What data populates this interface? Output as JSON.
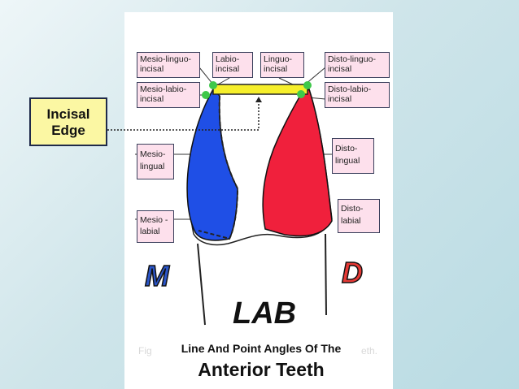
{
  "labels": {
    "mesio_linguo_incisal": "Mesio-linguo-\nincisal",
    "labio_incisal": "Labio-\nincisal",
    "linguo_incisal": "Linguo-\nincisal",
    "disto_linguo_incisal": "Disto-linguo-\nincisal",
    "mesio_labio_incisal": "Mesio-labio-\nincisal",
    "disto_labio_incisal": "Disto-labio-\nincisal",
    "mesio_lingual": "Mesio-\nlingual",
    "disto_lingual": "Disto-\nlingual",
    "mesio_labial": "Mesio -\nlabial",
    "disto_labial": "Disto-\nlabial"
  },
  "incisal_edge": "Incisal\nEdge",
  "letters": {
    "mesial": "M",
    "distal": "D",
    "lab": "LAB"
  },
  "caption": {
    "line1": "Line And Point Angles Of The",
    "line2": "Anterior Teeth"
  },
  "colors": {
    "mesial_region": "#1f4fe6",
    "distal_region": "#f0203c",
    "incisal_bar": "#f6ef2b",
    "point_marker": "#3ec84a",
    "letter_fill": "#2a55c8",
    "letter_distal": "#e53935"
  }
}
